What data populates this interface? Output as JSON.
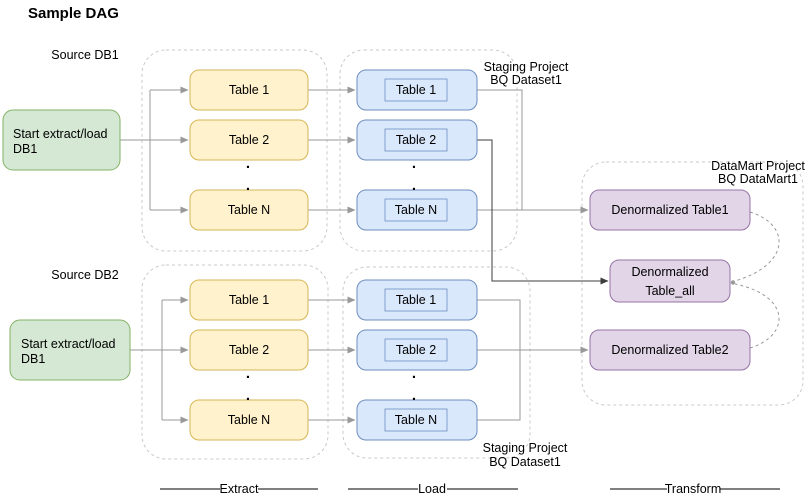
{
  "title": "Sample DAG",
  "glyphs": {
    "dot": "."
  },
  "stages": {
    "extract": "Extract",
    "load": "Load",
    "transform": "Transform"
  },
  "pipeline_db1": {
    "source_label": "Source DB1",
    "start_node": {
      "line1": "Start extract/load",
      "line2": "DB1"
    },
    "extract_tables": [
      "Table 1",
      "Table 2",
      "Table N"
    ],
    "load_tables": [
      "Table 1",
      "Table 2",
      "Table N"
    ],
    "staging_label": {
      "line1": "Staging Project",
      "line2": "BQ Dataset1"
    }
  },
  "pipeline_db2": {
    "source_label": "Source DB2",
    "start_node": {
      "line1": "Start extract/load",
      "line2": "DB1"
    },
    "extract_tables": [
      "Table 1",
      "Table 2",
      "Table N"
    ],
    "load_tables": [
      "Table 1",
      "Table 2",
      "Table N"
    ],
    "staging_label": {
      "line1": "Staging Project",
      "line2": "BQ Dataset1"
    }
  },
  "datamart": {
    "label": {
      "line1": "DataMart Project",
      "line2": "BQ DataMart1"
    },
    "table1": "Denormalized Table1",
    "table_all": {
      "line1": "Denormalized",
      "line2": "Table_all"
    },
    "table2": "Denormalized Table2"
  },
  "colors": {
    "start_node_fill": "#d5e8d4",
    "start_node_stroke": "#82b366",
    "extract_node_fill": "#fff2cc",
    "extract_node_stroke": "#d6b656",
    "load_node_fill": "#dae8fc",
    "load_node_stroke": "#6c8ebf",
    "datamart_node_fill": "#e1d5e7",
    "datamart_node_stroke": "#9673a6",
    "connector": "#999999",
    "connector_dark": "#3d3d3d",
    "container_border": "#c9c9c9"
  }
}
